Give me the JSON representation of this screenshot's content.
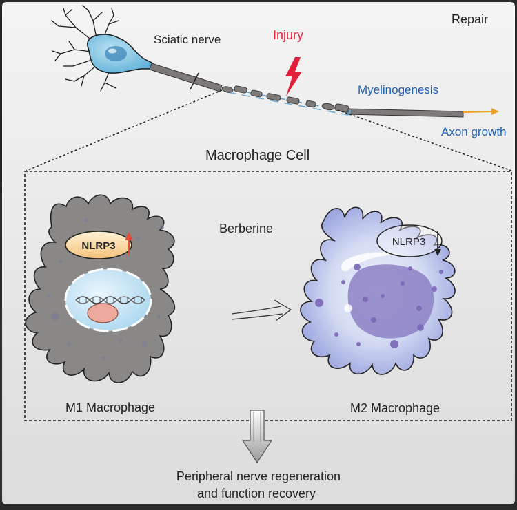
{
  "labels": {
    "repair": "Repair",
    "sciatic_nerve": "Sciatic  nerve",
    "injury": "Injury",
    "myelinogenesis": "Myelinogenesis",
    "axon_growth": "Axon growth",
    "macrophage_cell": "Macrophage Cell",
    "berberine": "Berberine",
    "nlrp3_m1": "NLRP3",
    "nlrp3_m2": "NLRP3",
    "m1_macrophage": "M1 Macrophage",
    "m2_macrophage": "M2  Macrophage",
    "outcome_line1": "Peripheral nerve regeneration",
    "outcome_line2": "and function recovery"
  },
  "colors": {
    "injury": "#e0203a",
    "blue_text": "#1f5fb0",
    "nlrp3_up_arrow": "#e0503a",
    "axon_arrow": "#f0a020",
    "m1_cell": "#8a8787",
    "m2_cell": "#a9aee6",
    "nucleus_m2": "#8c80c4",
    "neuron_body": "#7cc0e0"
  },
  "icons": {
    "neuron": "neuron-icon",
    "injury_bolt": "lightning-bolt-icon",
    "transition_arrow": "open-arrow-right-icon",
    "down_arrow": "down-arrow-icon",
    "dna": "dna-helix-icon"
  }
}
